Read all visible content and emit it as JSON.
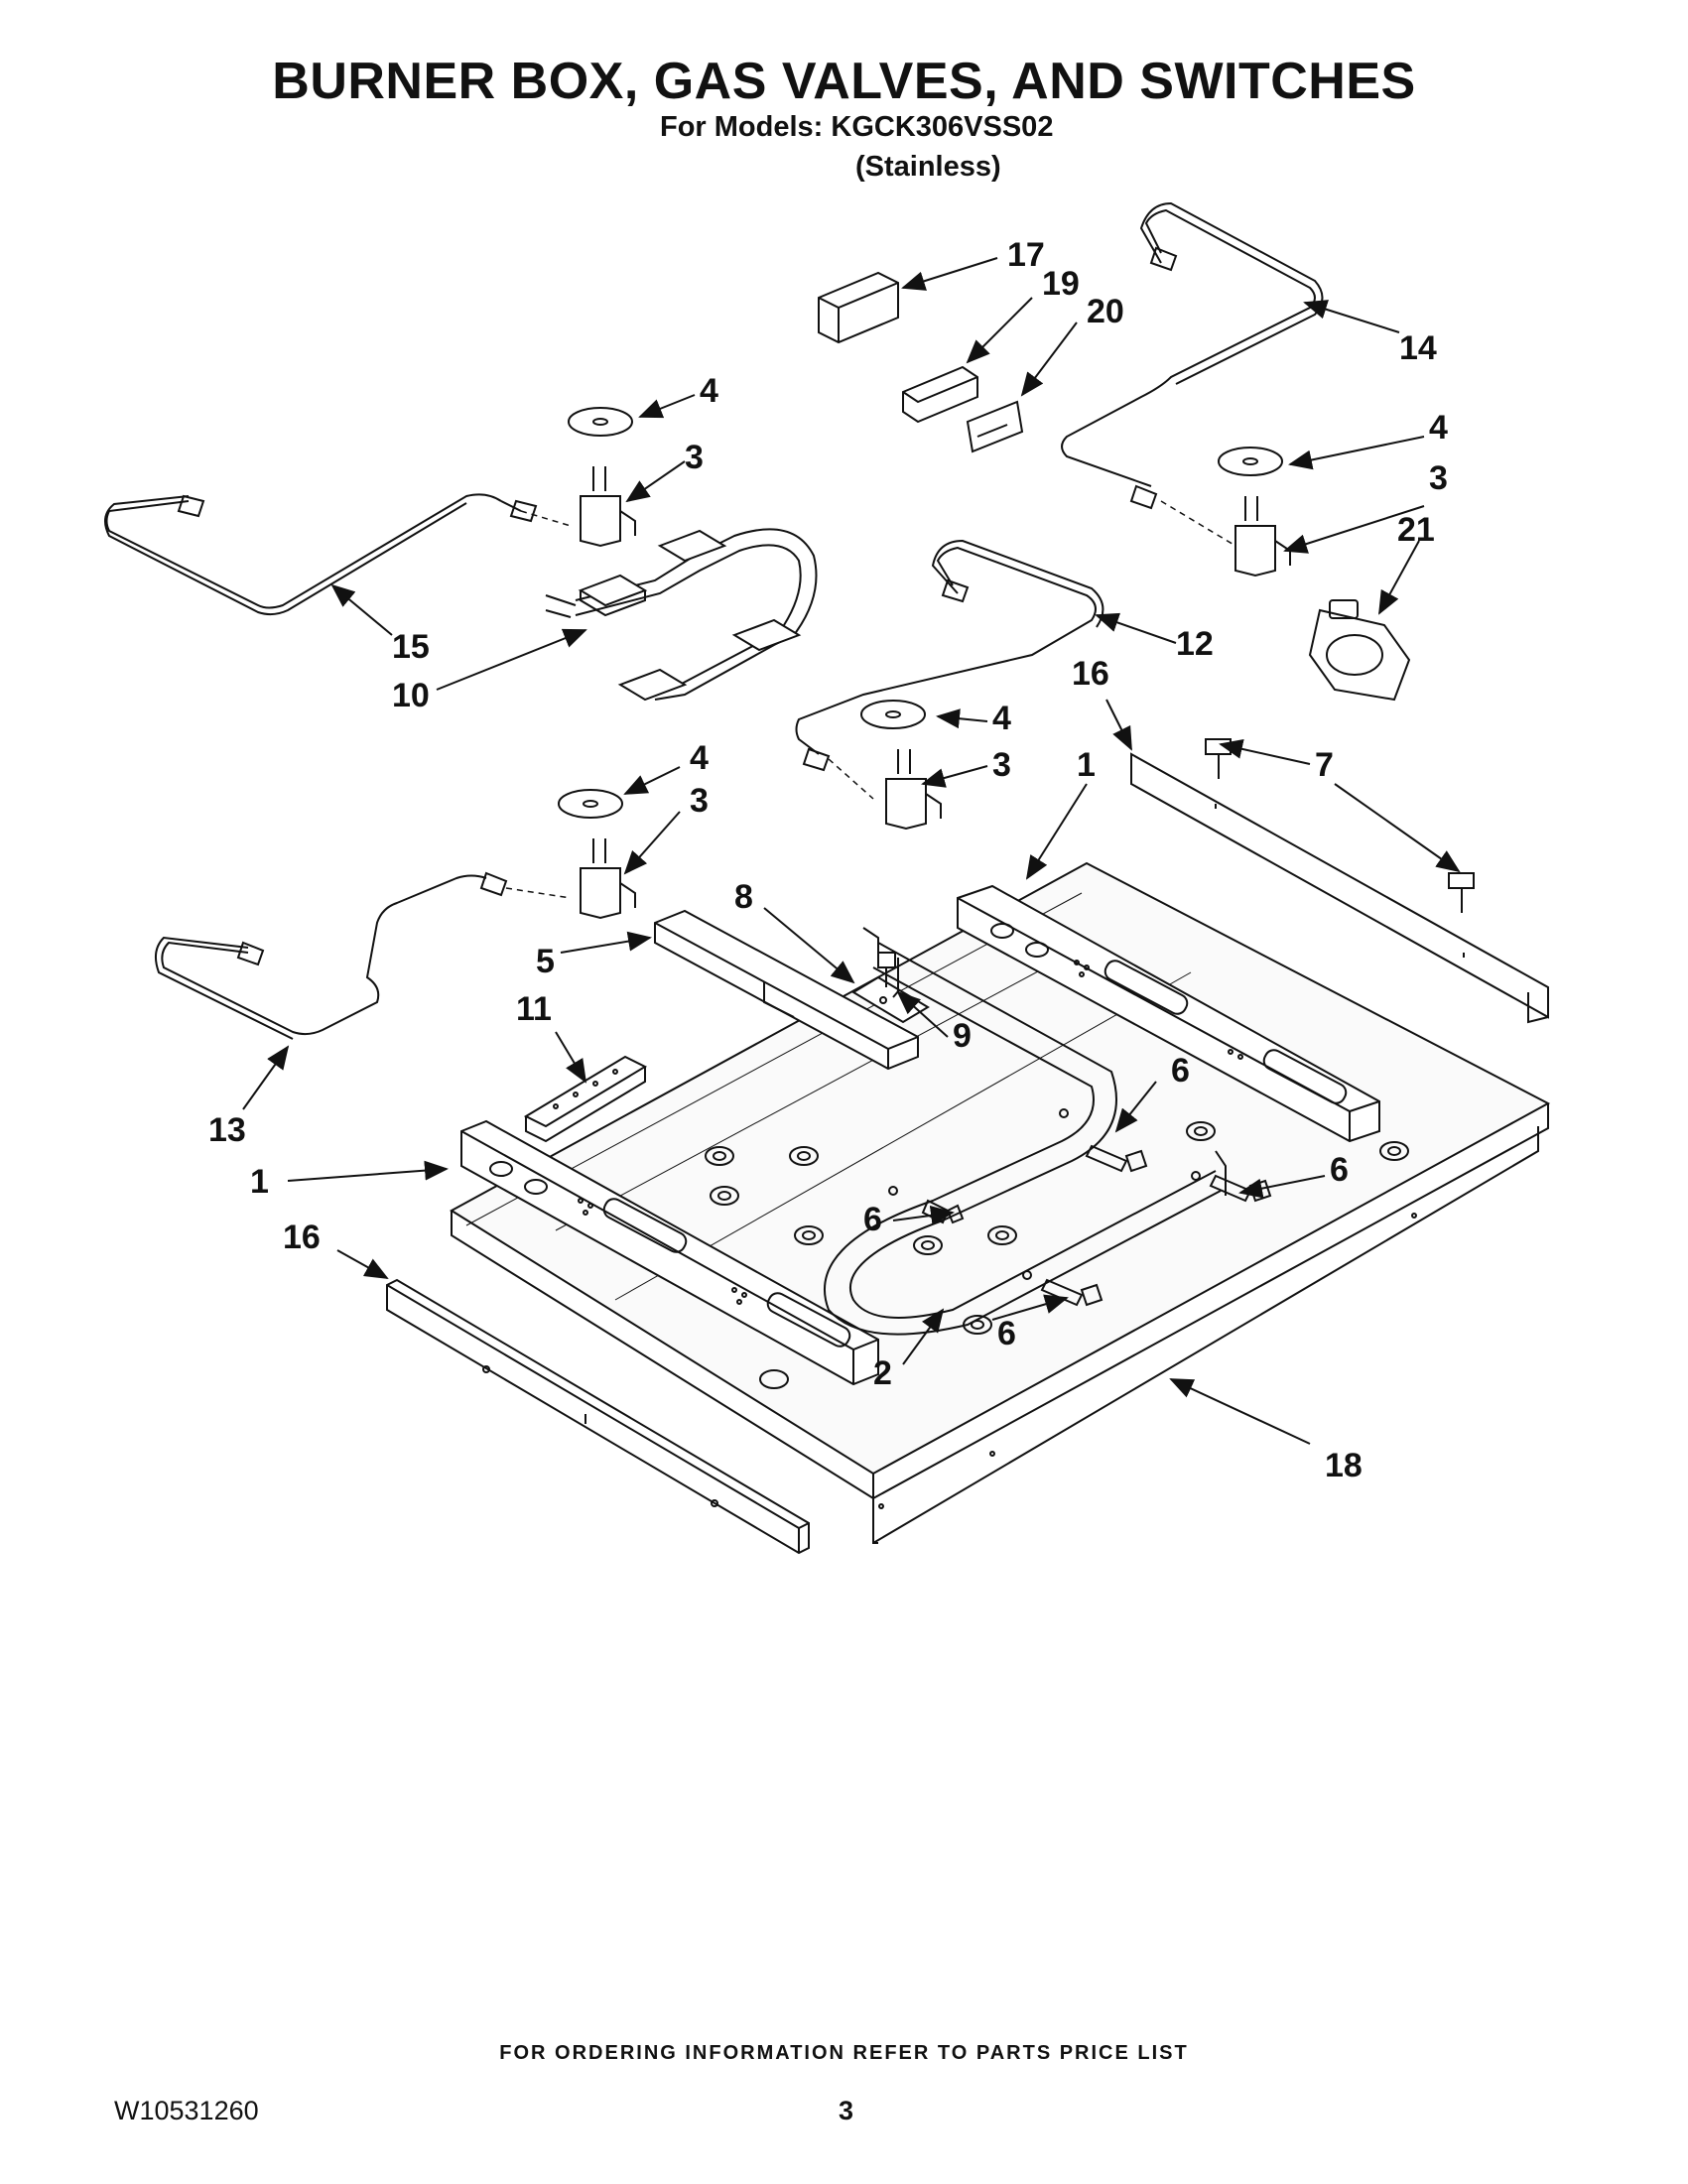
{
  "header": {
    "title": "BURNER BOX, GAS VALVES, AND SWITCHES",
    "models": "For Models: KGCK306VSS02",
    "variant": "(Stainless)"
  },
  "callouts": [
    {
      "id": "c17",
      "label": "17"
    },
    {
      "id": "c19",
      "label": "19"
    },
    {
      "id": "c20",
      "label": "20"
    },
    {
      "id": "c14",
      "label": "14"
    },
    {
      "id": "c4a",
      "label": "4"
    },
    {
      "id": "c3a",
      "label": "3"
    },
    {
      "id": "c4b",
      "label": "4"
    },
    {
      "id": "c3b",
      "label": "3"
    },
    {
      "id": "c21",
      "label": "21"
    },
    {
      "id": "c15",
      "label": "15"
    },
    {
      "id": "c10",
      "label": "10"
    },
    {
      "id": "c12",
      "label": "12"
    },
    {
      "id": "c16a",
      "label": "16"
    },
    {
      "id": "c4c",
      "label": "4"
    },
    {
      "id": "c3c",
      "label": "3"
    },
    {
      "id": "c1a",
      "label": "1"
    },
    {
      "id": "c7",
      "label": "7"
    },
    {
      "id": "c4d",
      "label": "4"
    },
    {
      "id": "c3d",
      "label": "3"
    },
    {
      "id": "c8",
      "label": "8"
    },
    {
      "id": "c5",
      "label": "5"
    },
    {
      "id": "c9",
      "label": "9"
    },
    {
      "id": "c11",
      "label": "11"
    },
    {
      "id": "c6a",
      "label": "6"
    },
    {
      "id": "c13",
      "label": "13"
    },
    {
      "id": "c6b",
      "label": "6"
    },
    {
      "id": "c1b",
      "label": "1"
    },
    {
      "id": "c6c",
      "label": "6"
    },
    {
      "id": "c16b",
      "label": "16"
    },
    {
      "id": "c6d",
      "label": "6"
    },
    {
      "id": "c2",
      "label": "2"
    },
    {
      "id": "c18",
      "label": "18"
    }
  ],
  "footer": {
    "note": "FOR ORDERING INFORMATION REFER TO PARTS PRICE LIST",
    "doc_id": "W10531260",
    "page": "3"
  }
}
